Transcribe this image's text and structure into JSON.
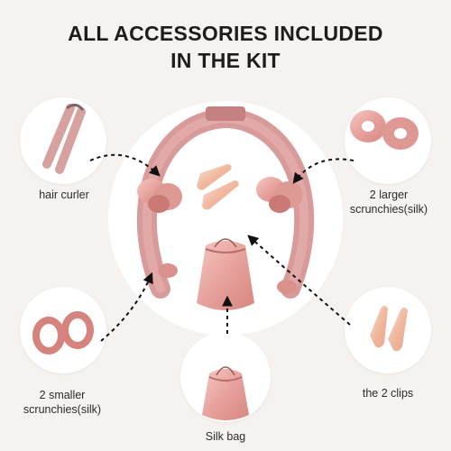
{
  "title": {
    "line1": "ALL ACCESSORIES INCLUDED",
    "line2": "IN THE KIT"
  },
  "items": {
    "hair_curler": "hair curler",
    "larger_scrunchies_line1": "2 larger",
    "larger_scrunchies_line2": "scrunchies(silk)",
    "smaller_scrunchies_line1": "2 smaller",
    "smaller_scrunchies_line2": "scrunchies(silk)",
    "silk_bag": "Silk bag",
    "clips": "the 2 clips"
  },
  "colors": {
    "background": "#f6f2ef",
    "curler_pink": "#d99a9a",
    "satin_pink": "#e7a8a4",
    "clip_rose_gold": "#f2c2ad"
  }
}
